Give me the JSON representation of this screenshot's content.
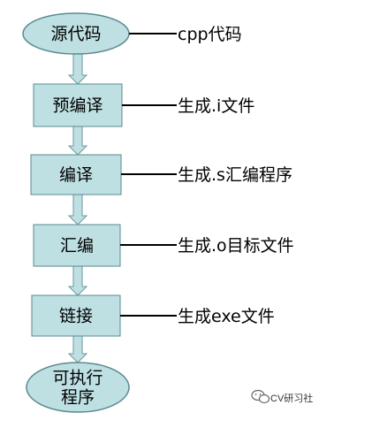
{
  "diagram": {
    "colors": {
      "node_fill": "#bfe0e3",
      "node_stroke": "#5a8a8f",
      "arrow_fill": "#bfe0e3",
      "arrow_stroke": "#6a9aa0",
      "line": "#000000"
    },
    "nodes": [
      {
        "id": "source",
        "shape": "ellipse",
        "lines": [
          "源代码"
        ],
        "annotation": "cpp代码"
      },
      {
        "id": "preprocess",
        "shape": "rect",
        "lines": [
          "预编译"
        ],
        "annotation": "生成.i文件"
      },
      {
        "id": "compile",
        "shape": "rect",
        "lines": [
          "编译"
        ],
        "annotation": "生成.s汇编程序"
      },
      {
        "id": "assemble",
        "shape": "rect",
        "lines": [
          "汇编"
        ],
        "annotation": "生成.o目标文件"
      },
      {
        "id": "link",
        "shape": "rect",
        "lines": [
          "链接"
        ],
        "annotation": "生成exe文件"
      },
      {
        "id": "exe",
        "shape": "ellipse",
        "lines": [
          "可执行",
          "程序"
        ],
        "annotation": ""
      }
    ],
    "edges": [
      {
        "from": "source",
        "to": "preprocess"
      },
      {
        "from": "preprocess",
        "to": "compile"
      },
      {
        "from": "compile",
        "to": "assemble"
      },
      {
        "from": "assemble",
        "to": "link"
      },
      {
        "from": "link",
        "to": "exe"
      }
    ]
  },
  "watermark": {
    "text": "CV研习社",
    "icon": "wechat-icon"
  }
}
